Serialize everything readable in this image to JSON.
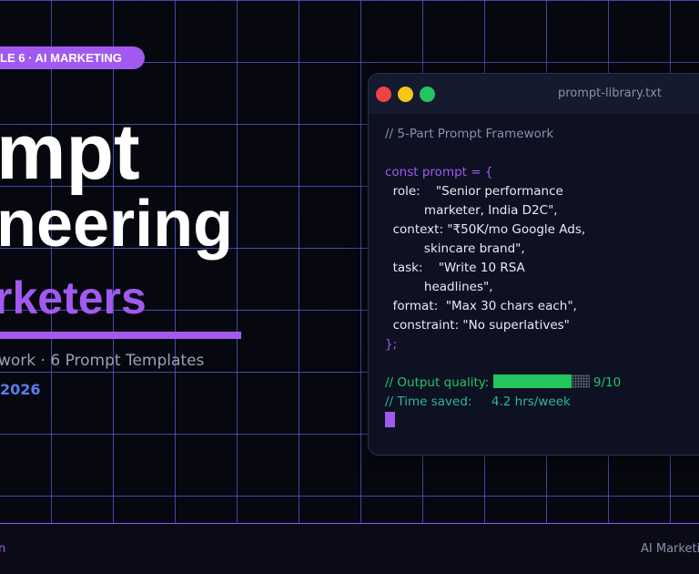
{
  "badge": "LE 6  ·  AI MARKETING",
  "title": {
    "line1": "mpt",
    "line2": "neering",
    "line3": "rketers"
  },
  "subtitle": "work · 6 Prompt Templates",
  "year": "2026",
  "window": {
    "filename": "prompt-library.txt",
    "lines": {
      "comment": "// 5-Part Prompt Framework",
      "open": "const prompt = {",
      "role1": "  role:    \"Senior performance",
      "role2": "          marketer, India D2C\",",
      "ctx1": "  context: \"₹50K/mo Google Ads,",
      "ctx2": "          skincare brand\",",
      "task1": "  task:    \"Write 10 RSA",
      "task2": "          headlines\",",
      "format": "  format:  \"Max 30 chars each\",",
      "constraint": "  constraint: \"No superlatives\"",
      "close": "};",
      "quality_label": "// Output quality: ",
      "quality_value": "9/10",
      "time_label": "// Time saved:     ",
      "time_value": "4.2 hrs/week"
    },
    "quality_score": 0.9,
    "colors": {
      "close": "#ef4444",
      "minimize": "#f5c518",
      "maximize": "#22c55e"
    }
  },
  "footer": {
    "left": "n",
    "right": "AI Marketi"
  }
}
